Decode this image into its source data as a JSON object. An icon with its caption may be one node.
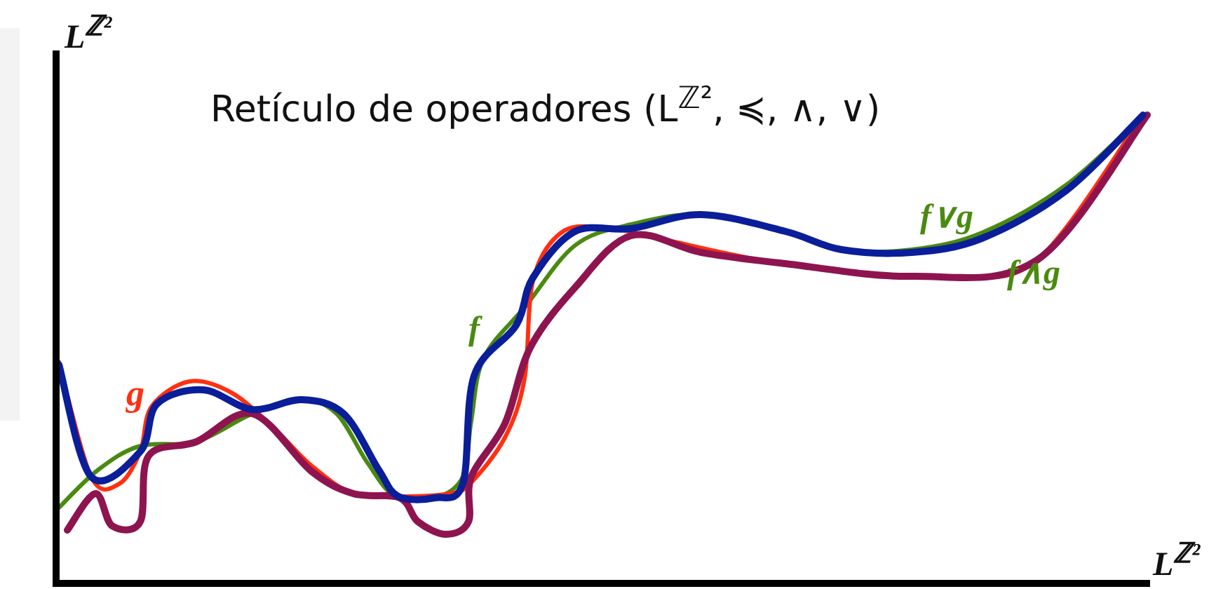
{
  "diagram": {
    "title": "Retículo de operadores (L$^{ℤ²}$, ≼, ∧, ∨)",
    "labels": [
      "L$^{ℤ²}$",
      "f∨g",
      "f∧g",
      "f",
      "g",
      "L$^{ℤ²}$"
    ]
  }
}
